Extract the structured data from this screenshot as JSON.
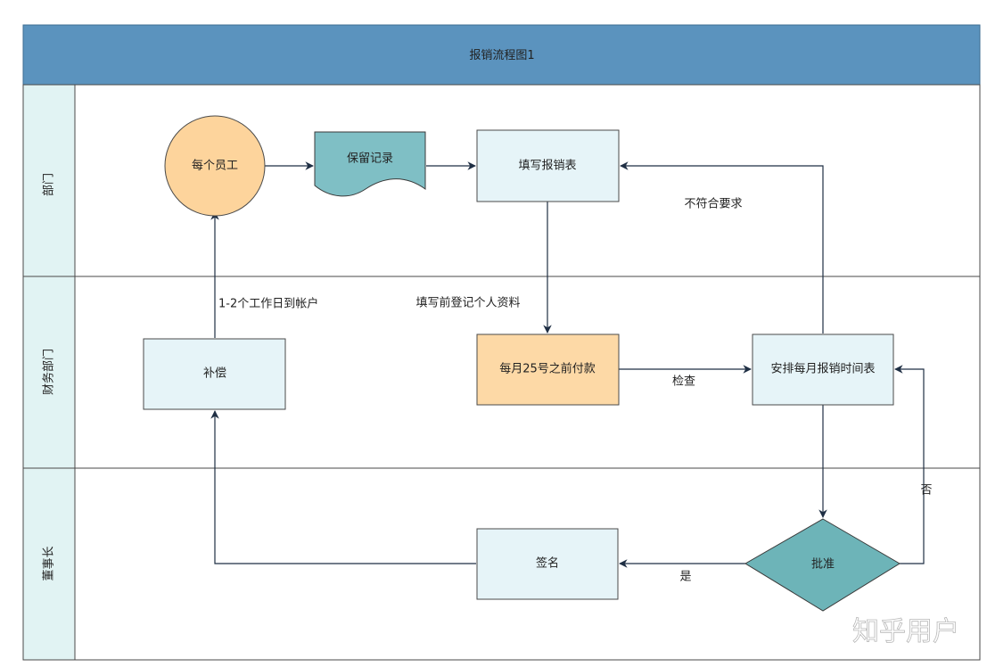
{
  "title": "报销流程图1",
  "lanes": [
    {
      "label": "部门"
    },
    {
      "label": "财务部门"
    },
    {
      "label": "董事长"
    }
  ],
  "nodes": {
    "employee": "每个员工",
    "keep_record": "保留记录",
    "fill_form": "填写报销表",
    "pay_before_25": "每月25号之前付款",
    "schedule": "安排每月报销时间表",
    "compensate": "补偿",
    "sign": "签名",
    "approve": "批准"
  },
  "edge_labels": {
    "not_meet": "不符合要求",
    "fill_personal_info": "填写前登记个人资料",
    "check": "检查",
    "workdays_to_account": "1-2个工作日到帐户",
    "no": "否",
    "yes": "是"
  },
  "watermark": "知乎用户",
  "colors": {
    "title_bar": "#5b93be",
    "lane_header": "#e1f3f3",
    "circle_fill": "#fdd49c",
    "document_fill": "#7fbfc5",
    "process_fill": "#e6f4f8",
    "highlight_fill": "#fdd9a6",
    "decision_fill": "#6db4b8",
    "line": "#1f2f44"
  }
}
